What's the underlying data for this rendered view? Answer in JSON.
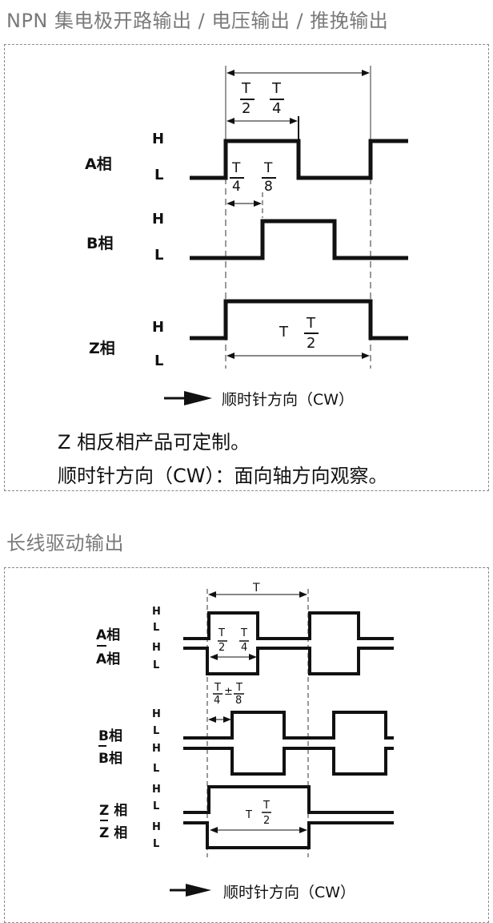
{
  "section1": {
    "title": "NPN 集电极开路输出 / 电压输出 / 推挽输出",
    "phases": [
      {
        "name": "A相",
        "high": "H",
        "low": "L"
      },
      {
        "name": "B相",
        "high": "H",
        "low": "L"
      },
      {
        "name": "Z相",
        "high": "H",
        "low": "L"
      }
    ],
    "annotations": {
      "period_T": "T",
      "a_high": {
        "num1": "T",
        "den1": "2",
        "num2": "T",
        "den2": "4"
      },
      "phase_shift": {
        "num1": "T",
        "den1": "4",
        "num2": "T",
        "den2": "8"
      },
      "z_width": {
        "prefix": "T",
        "num": "T",
        "den": "2"
      }
    },
    "direction_label": "顺时针方向（CW）",
    "notes": [
      "Z 相反相产品可定制。",
      "顺时针方向（CW）：面向轴方向观察。"
    ]
  },
  "section2": {
    "title": "长线驱动输出",
    "phases": [
      {
        "name": "A相",
        "inv_name": "A相",
        "high": "H",
        "low": "L"
      },
      {
        "name": "B相",
        "inv_name": "B相",
        "high": "H",
        "low": "L"
      },
      {
        "name": "Z 相",
        "inv_name": "Z 相",
        "high": "H",
        "low": "L"
      }
    ],
    "annotations": {
      "period": "T",
      "a_high": {
        "num1": "T",
        "den1": "2",
        "num2": "T",
        "den2": "4"
      },
      "phase_shift": {
        "num1": "T",
        "op": "±",
        "den1": "4",
        "num2": "T",
        "den2": "8"
      },
      "z_width": {
        "prefix": "T",
        "num": "T",
        "den": "2"
      }
    },
    "direction_label": "顺时针方向（CW）"
  },
  "colors": {
    "title_gray": "#7a7a7a",
    "border_gray": "#8a8a8a",
    "line": "#111111"
  }
}
